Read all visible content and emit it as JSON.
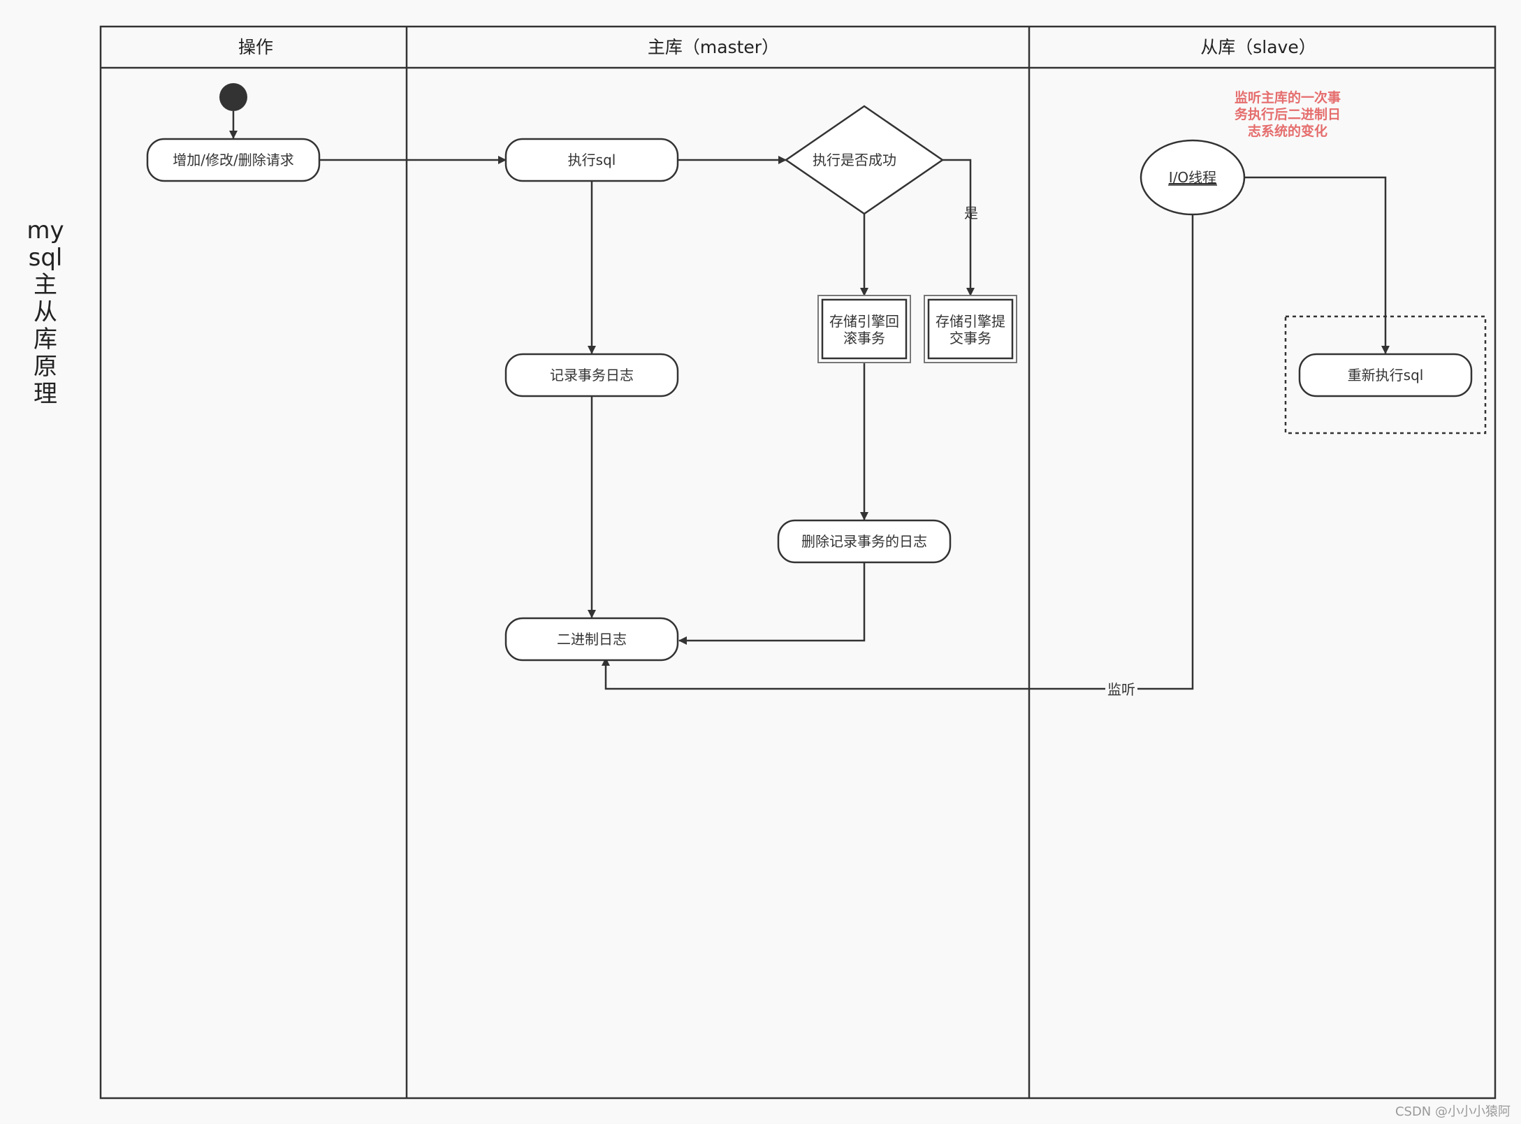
{
  "side_title": {
    "lines": [
      "my",
      "sql",
      "主",
      "从",
      "库",
      "原",
      "理"
    ]
  },
  "lanes": [
    {
      "title": "操作"
    },
    {
      "title": "主库（master）"
    },
    {
      "title": "从库（slave）"
    }
  ],
  "nodes": {
    "request": "增加/修改/删除请求",
    "exec_sql": "执行sql",
    "decision": "执行是否成功",
    "rollback": [
      "存储引擎回",
      "滚事务"
    ],
    "commit": [
      "存储引擎提",
      "交事务"
    ],
    "record_log": "记录事务日志",
    "delete_log": "删除记录事务的日志",
    "binlog": "二进制日志",
    "io_thread": "I/O线程",
    "reexec": "重新执行sql"
  },
  "note": [
    "监听主库的一次事",
    "务执行后二进制日",
    "志系统的变化"
  ],
  "edge_labels": {
    "yes": "是",
    "listen": "监听"
  },
  "watermark": "CSDN @小小小猿阿"
}
